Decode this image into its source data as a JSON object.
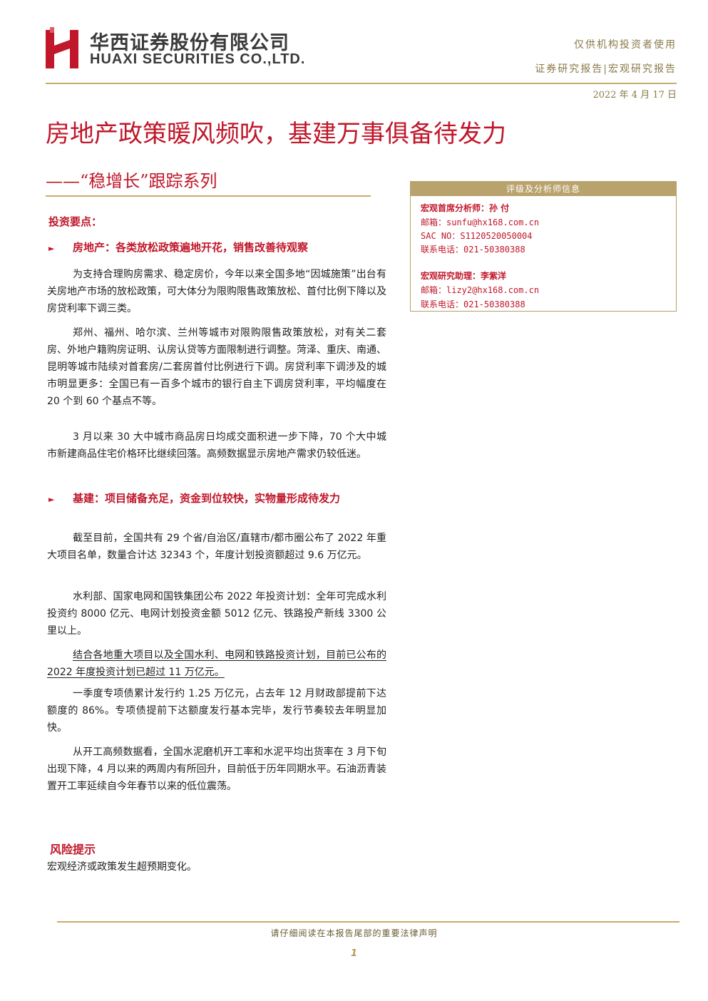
{
  "header": {
    "company_cn": "华西证券股份有限公司",
    "company_en": "HUAXI SECURITIES CO.,LTD.",
    "audience_note": "仅供机构投资者使用",
    "report_type": "证券研究报告|宏观研究报告",
    "date": "2022 年 4 月 17 日"
  },
  "title": {
    "main": "房地产政策暖风频吹，基建万事俱备待发力",
    "series": "——“稳增长”跟踪系列"
  },
  "analyst_box": {
    "heading": "评级及分析师信息",
    "analysts": [
      {
        "role_name": "宏观首席分析师：孙 付",
        "email": "邮箱：sunfu@hx168.com.cn",
        "sac": "SAC NO：S1120520050004",
        "phone": "联系电话：021-50380388"
      },
      {
        "role_name": "宏观研究助理：李紫洋",
        "email": "邮箱：lizy2@hx168.com.cn",
        "phone": "联系电话：021-50380388"
      }
    ]
  },
  "body": {
    "section_label": "投资要点：",
    "bullet_marker": "►",
    "bullet_1": "房地产：各类放松政策遍地开花，销售改善待观察",
    "para_1": "为支持合理购房需求、稳定房价，今年以来全国多地“因城施策”出台有关房地产市场的放松政策，可大体分为限购限售政策放松、首付比例下降以及房贷利率下调三类。",
    "para_2": "郑州、福州、哈尔滨、兰州等城市对限购限售政策放松，对有关二套房、外地户籍购房证明、认房认贷等方面限制进行调整。菏泽、重庆、南通、昆明等城市陆续对首套房/二套房首付比例进行下调。房贷利率下调涉及的城市明显更多：全国已有一百多个城市的银行自主下调房贷利率，平均幅度在 20 个到 60 个基点不等。",
    "para_3": "3 月以来 30 大中城市商品房日均成交面积进一步下降，70 个大中城市新建商品住宅价格环比继续回落。高频数据显示房地产需求仍较低迷。",
    "bullet_2": "基建：项目储备充足，资金到位较快，实物量形成待发力",
    "para_4": "截至目前，全国共有 29 个省/自治区/直辖市/都市圈公布了 2022 年重大项目名单，数量合计达 32343 个，年度计划投资额超过 9.6 万亿元。",
    "para_5": "水利部、国家电网和国铁集团公布 2022 年投资计划：全年可完成水利投资约 8000 亿元、电网计划投资金额 5012 亿元、铁路投产新线 3300 公里以上。",
    "para_6": "结合各地重大项目以及全国水利、电网和铁路投资计划，目前已公布的 2022 年度投资计划已超过 11 万亿元。",
    "para_7": "一季度专项债累计发行约 1.25 万亿元，占去年 12 月财政部提前下达额度的 86%。专项债提前下达额度发行基本完毕，发行节奏较去年明显加快。",
    "para_8": "从开工高频数据看，全国水泥磨机开工率和水泥平均出货率在 3 月下旬出现下降，4 月以来的两周内有所回升，目前低于历年同期水平。石油沥青装置开工率延续自今年春节以来的低位震荡。"
  },
  "risk": {
    "title": "风险提示",
    "text": "宏观经济或政策发生超预期变化。"
  },
  "footer": {
    "note": "请仔细阅读在本报告尾部的重要法律声明",
    "page": "1"
  },
  "colors": {
    "brand_red": "#c0172a",
    "gold": "#c9ab6a",
    "box_header": "#b9a36d"
  }
}
